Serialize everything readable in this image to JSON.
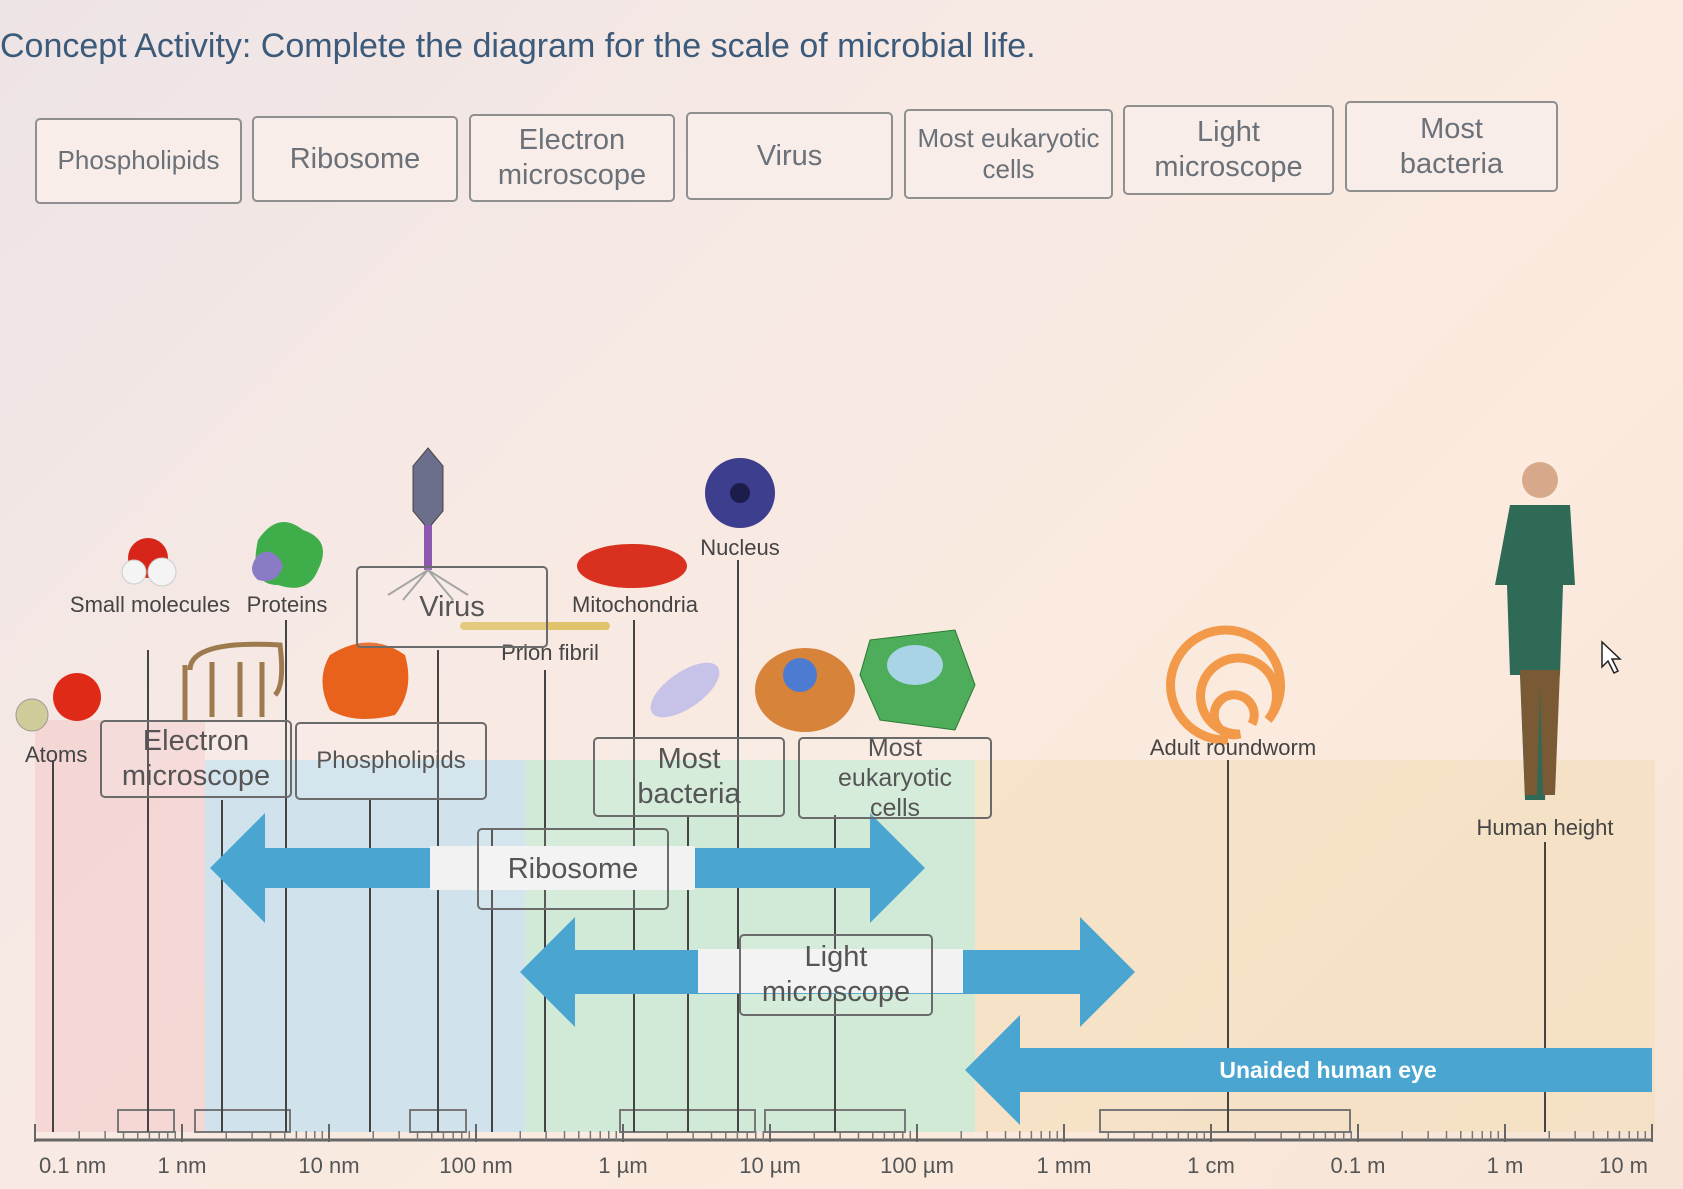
{
  "title": "Concept Activity: Complete the diagram for the scale of microbial life.",
  "answer_bank": [
    {
      "id": "phospholipids",
      "label": "Phospholipids"
    },
    {
      "id": "ribosome",
      "label": "Ribosome"
    },
    {
      "id": "electron-microscope",
      "label": "Electron microscope"
    },
    {
      "id": "virus",
      "label": "Virus"
    },
    {
      "id": "most-eukaryotic-cells",
      "label": "Most eukaryotic cells"
    },
    {
      "id": "light-microscope",
      "label": "Light microscope"
    },
    {
      "id": "most-bacteria",
      "label": "Most bacteria"
    }
  ],
  "drop_targets": [
    {
      "id": "electron-microscope",
      "label": "Electron microscope"
    },
    {
      "id": "virus",
      "label": "Virus"
    },
    {
      "id": "phospholipids",
      "label": "Phospholipids"
    },
    {
      "id": "ribosome",
      "label": "Ribosome"
    },
    {
      "id": "most-bacteria",
      "label": "Most bacteria"
    },
    {
      "id": "most-eukaryotic-cells",
      "label": "Most eukaryotic cells"
    },
    {
      "id": "light-microscope",
      "label": "Light microscope"
    }
  ],
  "diagram": {
    "axis_ticks": [
      "0.1 nm",
      "1 nm",
      "10 nm",
      "100 nm",
      "1 µm",
      "10 µm",
      "100 µm",
      "1 mm",
      "1 cm",
      "0.1 m",
      "1 m",
      "10 m"
    ],
    "labels": {
      "atoms": "Atoms",
      "small_molecules": "Small molecules",
      "proteins": "Proteins",
      "mitochondria": "Mitochondria",
      "nucleus": "Nucleus",
      "prion_fibril": "Prion fibril",
      "adult_roundworm": "Adult roundworm",
      "human_height": "Human height"
    },
    "arrow_label": "Unaided human eye",
    "colors": {
      "arrow": "#4aa6d0",
      "band_pink": "#f2c9c9",
      "band_blue": "#bcdcea",
      "band_green": "#bfe6cf",
      "band_tan": "#f1dcb8"
    }
  }
}
